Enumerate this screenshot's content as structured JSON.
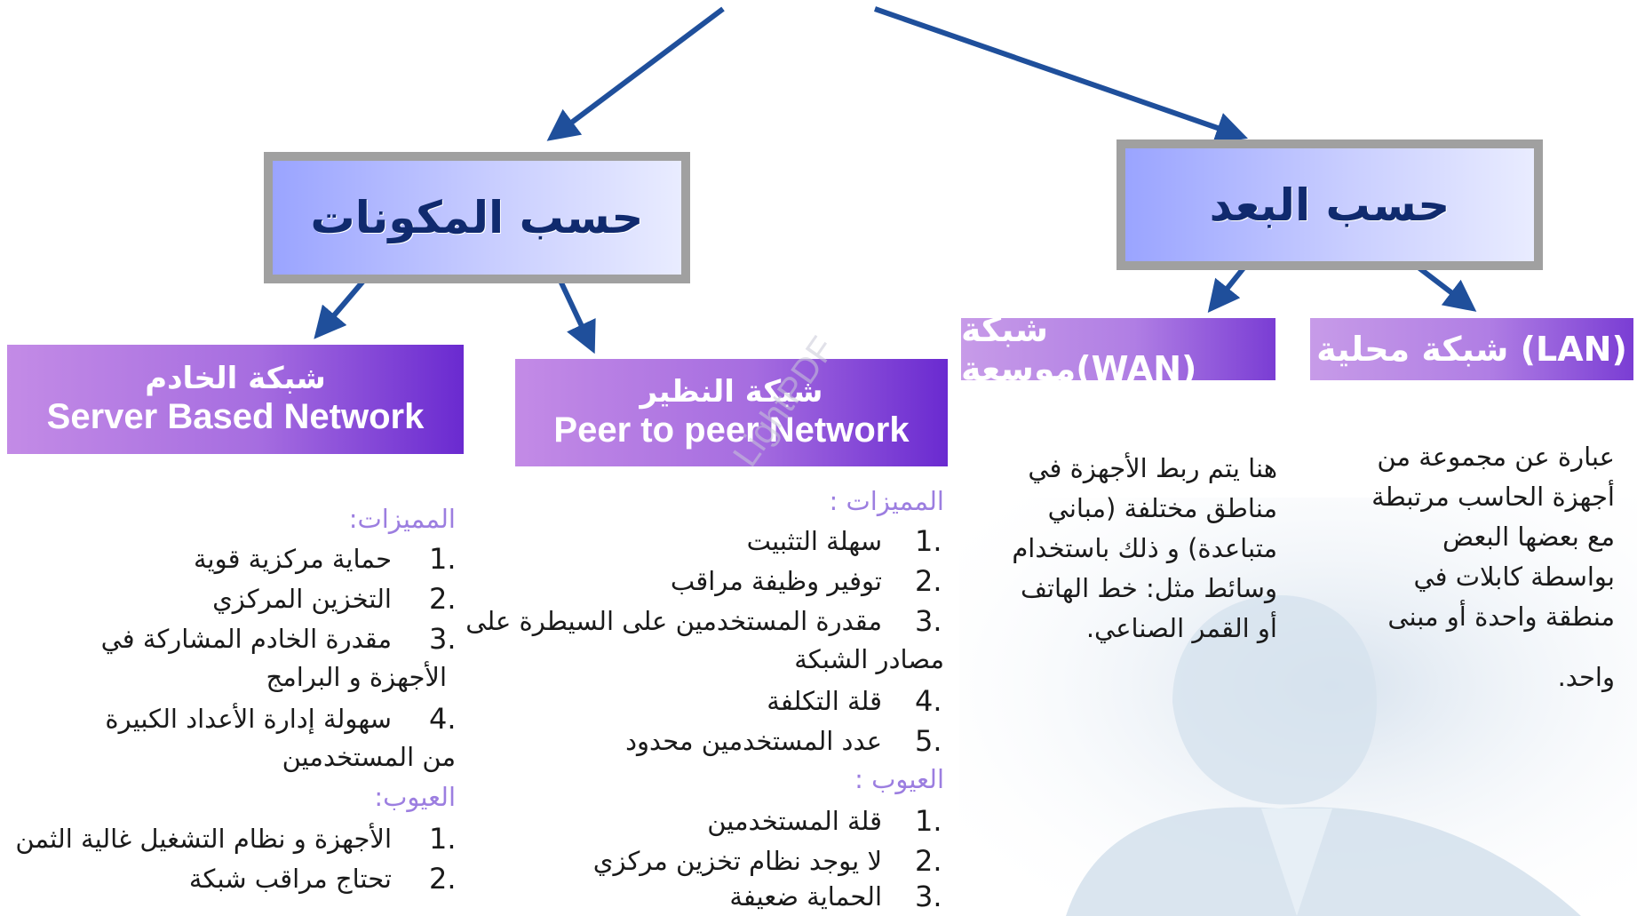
{
  "colors": {
    "arrow": "#1f4f9b",
    "main_box_text": "#102a6e",
    "section_title": "#9c7ee0",
    "net_box_gradient_start": "#c38be6",
    "net_box_gradient_end": "#6a2ad0"
  },
  "top_boxes": {
    "components": "حسب المكونات",
    "distance": "حسب البعد"
  },
  "network_boxes": {
    "server": {
      "ar": "شبكة الخادم",
      "en": "Server Based Network"
    },
    "peer": {
      "ar": "شبكة النظير",
      "en": "Peer to peer Network"
    },
    "wan": "شبكة موسعة(WAN)",
    "lan": "شبكة محلية (LAN)"
  },
  "lan_description": [
    "عبارة عن مجموعة من",
    "أجهزة الحاسب مرتبطة",
    "مع بعضها البعض",
    "بواسطة كابلات في",
    "منطقة واحدة أو مبنى",
    "واحد."
  ],
  "wan_description": [
    "هنا يتم ربط الأجهزة في",
    "مناطق مختلفة (مباني",
    "متباعدة) و ذلك باستخدام",
    "وسائط مثل: خط الهاتف",
    "أو القمر الصناعي."
  ],
  "server_section": {
    "advantages_title": "المميزات:",
    "advantages": [
      {
        "num": "1.",
        "lines": [
          "حماية مركزية قوية"
        ]
      },
      {
        "num": "2.",
        "lines": [
          "التخزين المركزي"
        ]
      },
      {
        "num": "3.",
        "lines": [
          "مقدرة الخادم المشاركة في",
          "الأجهزة و البرامج"
        ]
      },
      {
        "num": "4.",
        "lines": [
          "سهولة إدارة الأعداد الكبيرة",
          "من المستخدمين"
        ]
      }
    ],
    "disadvantages_title": "العيوب:",
    "disadvantages": [
      {
        "num": "1.",
        "lines": [
          "الأجهزة و نظام التشغيل غالية الثمن"
        ]
      },
      {
        "num": "2.",
        "lines": [
          "تحتاج مراقب شبكة"
        ]
      }
    ]
  },
  "peer_section": {
    "advantages_title": "المميزات :",
    "advantages": [
      {
        "num": "1.",
        "lines": [
          "سهلة التثبيت"
        ]
      },
      {
        "num": "2.",
        "lines": [
          "توفير وظيفة مراقب"
        ]
      },
      {
        "num": "3.",
        "lines": [
          "مقدرة المستخدمين على السيطرة على",
          "مصادر الشبكة"
        ]
      },
      {
        "num": "4.",
        "lines": [
          "قلة التكلفة"
        ]
      },
      {
        "num": "5.",
        "lines": [
          "عدد المستخدمين محدود"
        ]
      }
    ],
    "disadvantages_title": "العيوب :",
    "disadvantages": [
      {
        "num": "1.",
        "lines": [
          "قلة المستخدمين"
        ]
      },
      {
        "num": "2.",
        "lines": [
          "لا يوجد نظام تخزين مركزي"
        ]
      },
      {
        "num": "3.",
        "lines": [
          "الحماية ضعيفة"
        ]
      }
    ]
  },
  "watermark": "LightPDF"
}
